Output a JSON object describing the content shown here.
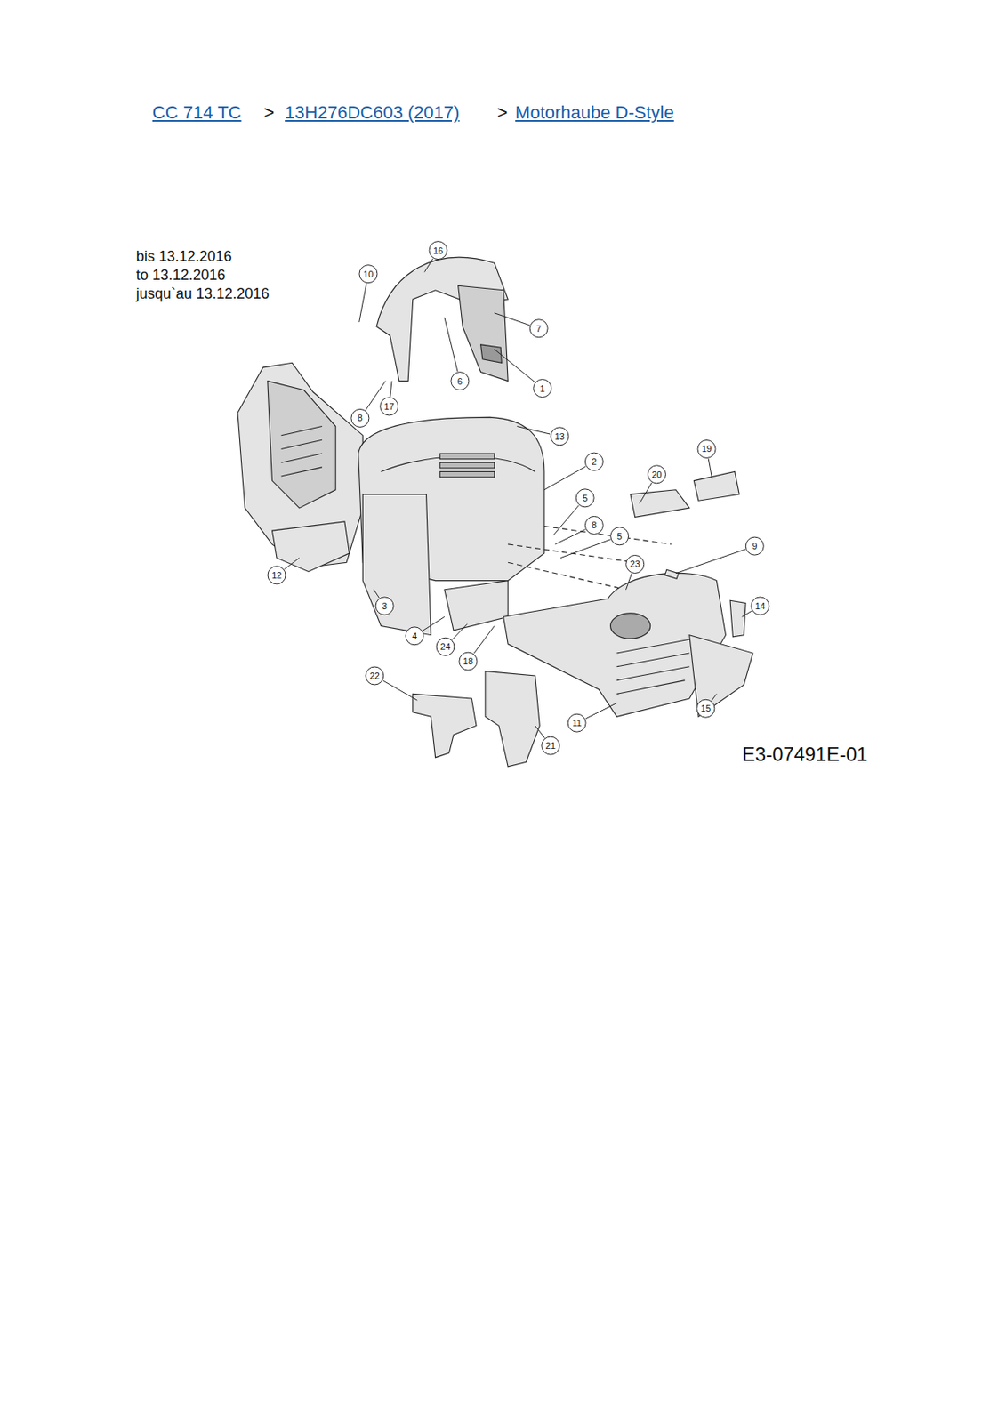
{
  "diagram": {
    "labels": [
      "CC 714 TC",
      ">",
      "13H276DC603 (2017)",
      ">",
      "Motorhaube D-Style",
      "bis 13.12.2016",
      "to 13.12.2016",
      "jusqu`au 13.12.2016",
      "16",
      "10",
      "7",
      "6",
      "1",
      "8",
      "17",
      "13",
      "2",
      "5",
      "8",
      "5",
      "20",
      "19",
      "9",
      "23",
      "14",
      "12",
      "3",
      "4",
      "24",
      "18",
      "22",
      "21",
      "11",
      "15",
      "E3-07491E-01"
    ]
  }
}
